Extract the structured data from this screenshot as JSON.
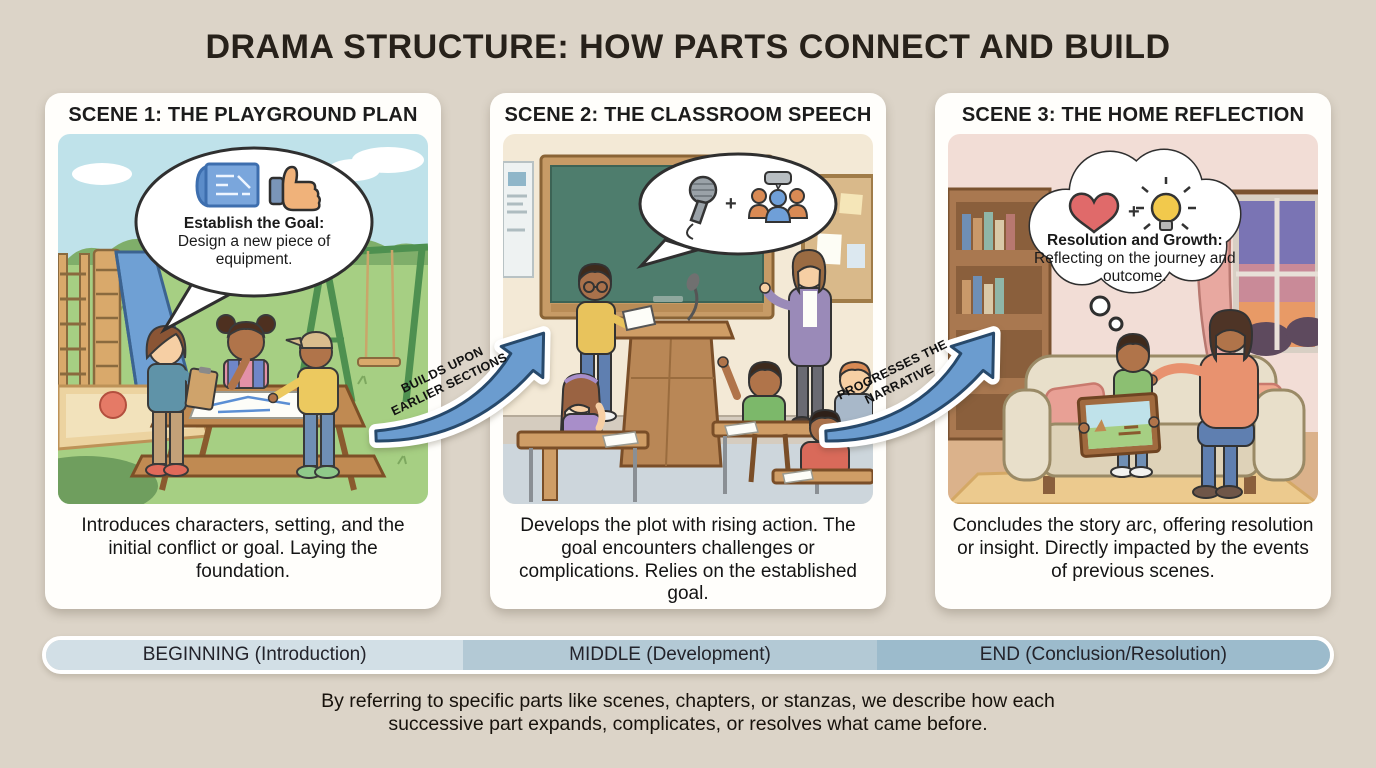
{
  "title": "DRAMA STRUCTURE: HOW PARTS CONNECT AND BUILD",
  "scenes": [
    {
      "header": "SCENE 1: THE PLAYGROUND PLAN",
      "bubble_title": "Establish the Goal:",
      "bubble_body": "Design a new piece of equipment.",
      "bubble_icons": [
        "blueprint-icon",
        "thumbs-up-icon"
      ],
      "caption": "Introduces characters, setting, and the initial conflict or goal. Laying the foundation."
    },
    {
      "header": "SCENE 2: THE CLASSROOM SPEECH",
      "bubble_icons": [
        "microphone-icon",
        "plus-sign",
        "audience-icon"
      ],
      "bubble_plus": "+",
      "caption": "Develops the plot with rising action. The goal encounters challenges or complications. Relies on the established goal."
    },
    {
      "header": "SCENE 3: THE HOME REFLECTION",
      "bubble_title": "Resolution and Growth:",
      "bubble_body": "Reflecting on the journey and outcome.",
      "bubble_icons": [
        "heart-icon",
        "plus-sign",
        "lightbulb-icon"
      ],
      "bubble_plus": "+",
      "caption": "Concludes the story arc, offering resolution or insight. Directly impacted by the events of previous scenes."
    }
  ],
  "arrows": [
    {
      "label": "BUILDS UPON EARLIER SECTIONS"
    },
    {
      "label": "PROGRESSES THE NARRATIVE"
    }
  ],
  "timeline": [
    {
      "label": "BEGINNING (Introduction)",
      "color": "#d2dfe6"
    },
    {
      "label": "MIDDLE (Development)",
      "color": "#b3c9d5"
    },
    {
      "label": "END (Conclusion/Resolution)",
      "color": "#9cbbcc"
    }
  ],
  "footer": "By referring to specific parts like scenes, chapters, or stanzas, we describe how each successive part expands, complicates, or resolves what came before.",
  "colors": {
    "page_background": "#dcd4c8",
    "card_background": "#fffefb",
    "arrow_fill": "#6b9ccf",
    "arrow_outline": "#27496b"
  }
}
